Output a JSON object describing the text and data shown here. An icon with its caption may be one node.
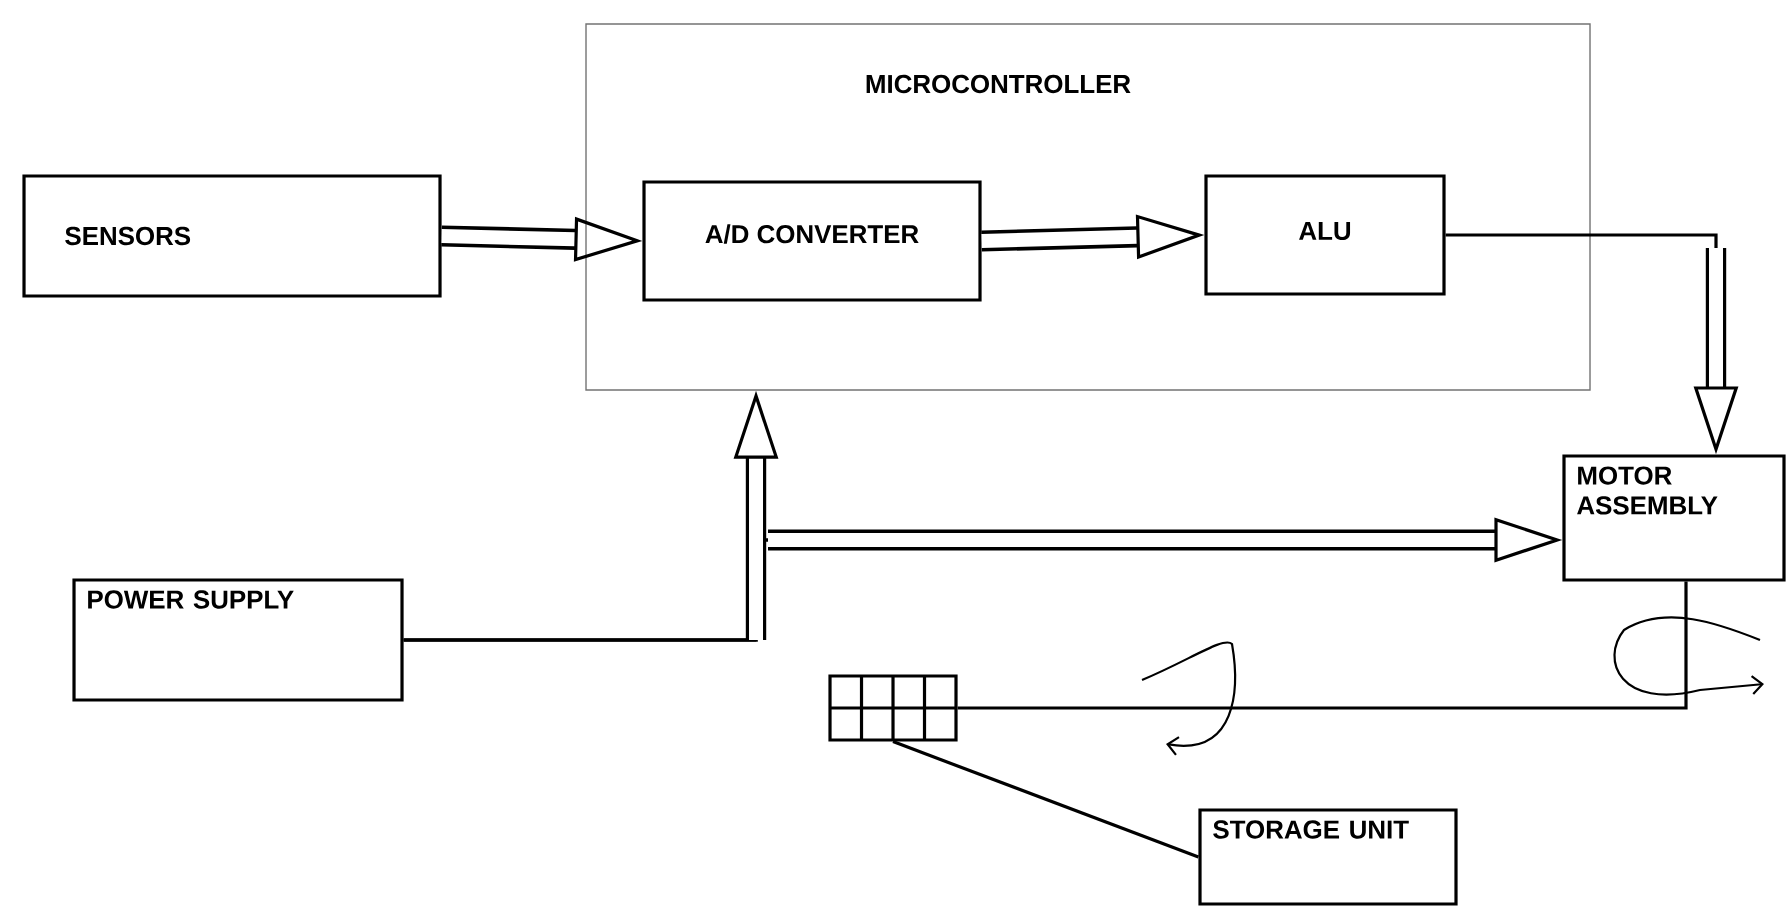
{
  "diagram": {
    "nodes": [
      {
        "text": [
          "MICROCONTROLLER"
        ]
      },
      {
        "text": [
          "SENSORS"
        ]
      },
      {
        "text": [
          "A/D CONVERTER"
        ],
        "in": 0
      },
      {
        "text": [
          "ALU"
        ],
        "in": 0
      },
      {
        "text": [
          "MOTOR ASSEMBLY"
        ]
      },
      {
        "text": [
          "POWER SUPPLY"
        ]
      },
      {
        "text": [],
        "shape": "box"
      },
      {
        "text": [
          "STORAGE UNIT"
        ]
      }
    ],
    "edges": [
      {
        "from": 1,
        "to": 2,
        "arrow": "to",
        "style": "thick"
      },
      {
        "from": 2,
        "to": 3,
        "arrow": "to",
        "style": "thick"
      },
      {
        "from": 3,
        "to": 4,
        "arrow": "to"
      },
      {
        "from": 5,
        "to": 4,
        "arrow": "to",
        "style": "thick"
      },
      {
        "from": 5,
        "to": 0,
        "arrow": "to"
      },
      {
        "from": 4,
        "to": 6,
        "arrow": "none"
      },
      {
        "from": 6,
        "to": 7,
        "arrow": "none"
      }
    ]
  }
}
